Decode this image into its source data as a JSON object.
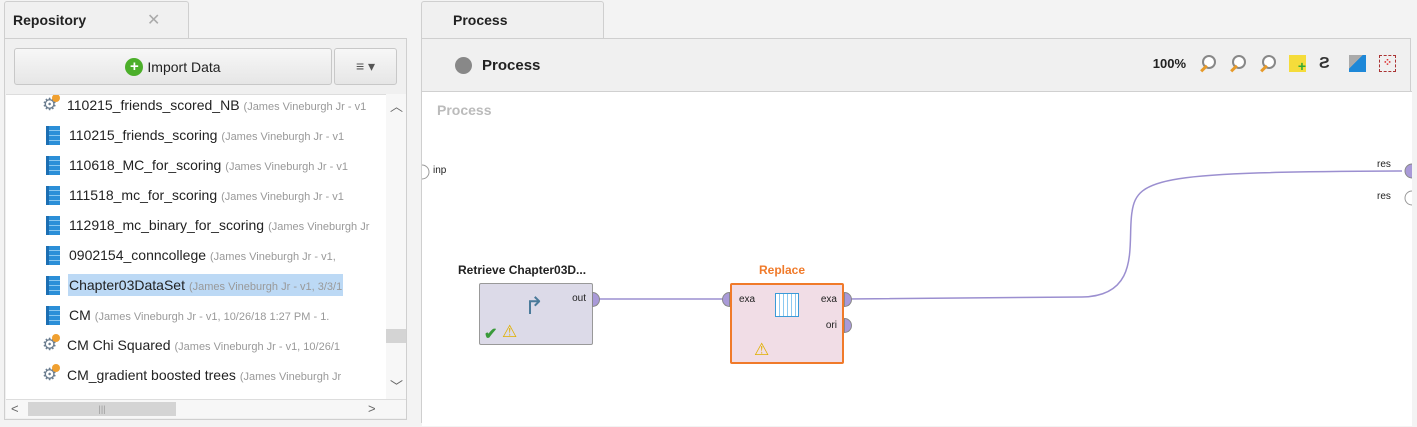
{
  "repository": {
    "tab_label": "Repository",
    "close_glyph": "✕",
    "import_label": "Import Data",
    "menu_glyph": "≡ ▾",
    "items": [
      {
        "name": "110215_friends_scored_NB",
        "meta": "(James Vineburgh Jr - v1",
        "type": "process"
      },
      {
        "name": "110215_friends_scoring",
        "meta": "(James Vineburgh Jr - v1",
        "type": "data"
      },
      {
        "name": "110618_MC_for_scoring",
        "meta": "(James Vineburgh Jr - v1",
        "type": "data"
      },
      {
        "name": "111518_mc_for_scoring",
        "meta": "(James Vineburgh Jr - v1",
        "type": "data"
      },
      {
        "name": "112918_mc_binary_for_scoring",
        "meta": "(James Vineburgh Jr",
        "type": "data"
      },
      {
        "name": "0902154_conncollege",
        "meta": "(James Vineburgh Jr - v1,",
        "type": "data"
      },
      {
        "name": "Chapter03DataSet",
        "meta": "(James Vineburgh Jr - v1, 3/3/1",
        "type": "data",
        "selected": true
      },
      {
        "name": "CM",
        "meta": "(James Vineburgh Jr - v1, 10/26/18 1:27 PM - 1.",
        "type": "data"
      },
      {
        "name": "CM Chi Squared",
        "meta": "(James Vineburgh Jr - v1, 10/26/1",
        "type": "process"
      },
      {
        "name": "CM_gradient boosted trees",
        "meta": "(James Vineburgh Jr",
        "type": "process"
      }
    ]
  },
  "process": {
    "tab_label": "Process",
    "toolbar_title": "Process",
    "zoom": "100%",
    "canvas_label": "Process",
    "ports": {
      "input": "inp",
      "result1": "res",
      "result2": "res"
    },
    "operators": [
      {
        "name": "Retrieve Chapter03D...",
        "out_port": "out"
      },
      {
        "name": "Replace",
        "in_port": "exa",
        "out_port": "exa",
        "out_port2": "ori",
        "color": "#f07a2a"
      }
    ]
  }
}
